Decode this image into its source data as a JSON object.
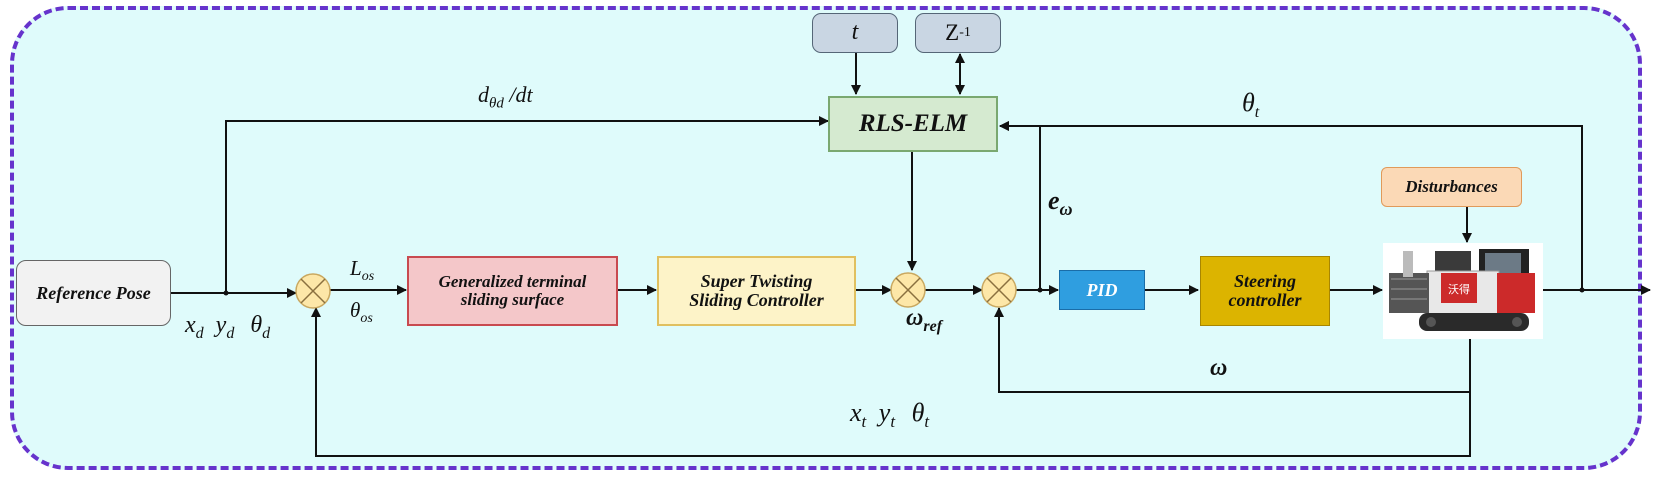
{
  "blocks": {
    "t": "t",
    "z_base": "Z",
    "z_exp": "-1",
    "rls_elm": "RLS-ELM",
    "reference_pose": "Reference Pose",
    "gts_line1": "Generalized terminal",
    "gts_line2": "sliding surface",
    "stsc_line1": "Super Twisting",
    "stsc_line2": "Sliding  Controller",
    "pid": "PID",
    "steer_line1": "Steering",
    "steer_line2": "controller",
    "disturbances": "Disturbances"
  },
  "signals": {
    "dtheta_d": "d",
    "dtheta_d_sub": "θd",
    "dtheta_d_tail": " /dt",
    "theta_t": "θ",
    "theta_t_sub": "t",
    "e_omega": "e",
    "e_omega_sub": "ω",
    "L_os": "L",
    "L_os_sub": "os",
    "theta_os": "θ",
    "theta_os_sub": "os",
    "omega_ref": "ω",
    "omega_ref_sub": "ref",
    "omega": "ω",
    "xd": "x",
    "xd_sub": "d",
    "yd": "y",
    "yd_sub": "d",
    "thd": "θ",
    "thd_sub": "d",
    "xt": "x",
    "xt_sub": "t",
    "yt": "y",
    "yt_sub": "t",
    "tht": "θ",
    "tht_sub": "t"
  },
  "colors": {
    "frame_border": "#6633cc",
    "frame_fill": "#dffbfb",
    "gray_box": "#c9d6e3",
    "rls_fill": "#d5ead0",
    "gts_fill": "#f4c7c9",
    "stsc_fill": "#fdf3c8",
    "pid_fill": "#2f9ee0",
    "steer_fill": "#dcb400",
    "dist_fill": "#fbd9b6",
    "summer_fill": "#fde7a8"
  }
}
